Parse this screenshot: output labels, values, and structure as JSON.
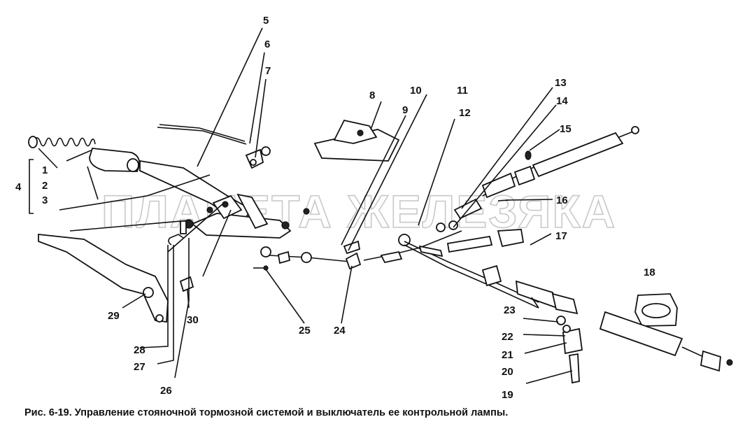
{
  "watermark": "ПЛАНЕТА ЖЕЛЕЗЯКА",
  "caption": "Рис. 6-19. Управление стояночной тормозной системой и выключатель ее контрольной лампы.",
  "callouts": [
    "1",
    "2",
    "3",
    "4",
    "5",
    "6",
    "7",
    "8",
    "9",
    "10",
    "11",
    "12",
    "13",
    "14",
    "15",
    "16",
    "17",
    "18",
    "19",
    "20",
    "21",
    "22",
    "23",
    "24",
    "25",
    "26",
    "27",
    "28",
    "29",
    "30"
  ]
}
